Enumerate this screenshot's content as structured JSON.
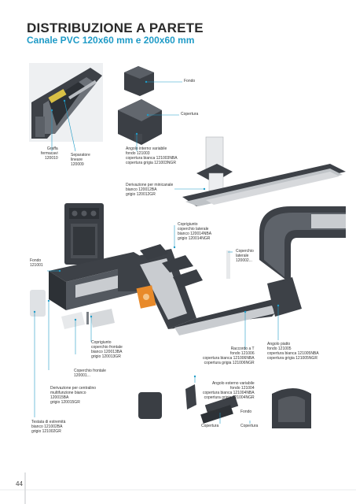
{
  "header": {
    "title": "DISTRIBUZIONE A PARETE",
    "subtitle": "Canale PVC 120x60 mm e 200x60 mm"
  },
  "labels": {
    "fondo_top": "Fondo",
    "copertura_top": "Copertura",
    "graffa": "Graffa\nfermacavi\n120010",
    "separatore": "Separatore\nlineare\n120009",
    "angolo_interno": "Angolo interno variabile\nfondo 121003\ncopertura bianca 121003NBA\ncopertura grigia 121003NGR",
    "derivazione_minicanale": "Derivazione per minicanale\nbianco 120012BA\ngrigio 120012GR",
    "coprigiunto_laterale": "Coprigiunto\ncoperchio laterale\nbianco 120014NBA\ngrigio 120014NGR",
    "fondo_left": "Fondo\n121001",
    "coperchio_laterale": "Coperchio\nlaterale\n120002...",
    "coprigiunto_frontale": "Coprigiunto\ncoperchio frontale\nbianco 120013BA\ngrigio 120013GR",
    "coperchio_frontale": "Coperchio frontale\n120001...",
    "derivazione_centralino": "Derivazione per centralino\nmultifunzione bianco\n120015BA\ngrigio 120015GR",
    "testata": "Testata di estremità\nbianco 121002BA\ngrigio 121002GR",
    "raccordo_t": "Raccordo a T\nfondo 121006\ncopertura bianca 121006NBA\ncopertura grigia 121006NGR",
    "angolo_piatto": "Angolo piatto\nfondo 121005\ncopertura bianca 121005NBA\ncopertura grigia 121005NGR",
    "angolo_esterno": "Angolo esterno variabile\nfondo 121004\ncopertura bianca 121004NBA\ncopertura grigia 121004NGR",
    "fondo_bottom_left": "Fondo",
    "fondo_bottom_right": "Fondo",
    "copertura_bottom_left": "Copertura",
    "copertura_bottom_right": "Copertura"
  },
  "page_number": "44",
  "colors": {
    "accent": "#1f9bc7",
    "product_dark": "#3d4147",
    "product_mid": "#5a5f66",
    "aluminium": "#c9ccd0"
  }
}
